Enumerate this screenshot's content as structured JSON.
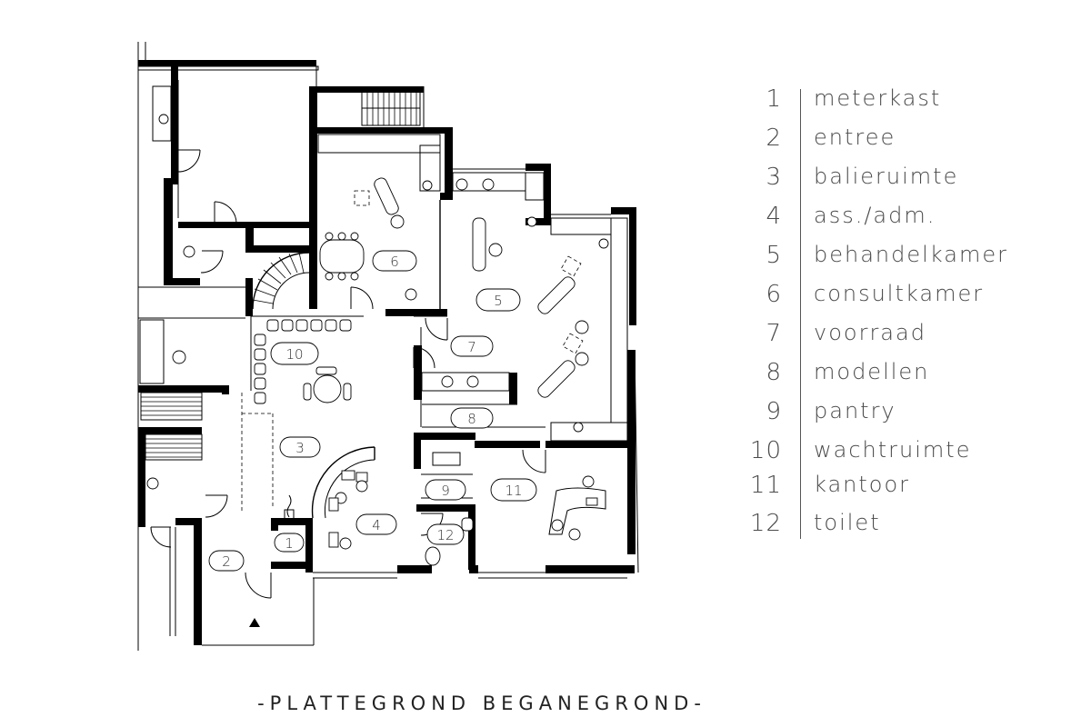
{
  "rooms": [
    {
      "number": "1",
      "label": "meterkast"
    },
    {
      "number": "2",
      "label": "entree"
    },
    {
      "number": "3",
      "label": "balieruimte"
    },
    {
      "number": "4",
      "label": "ass./adm."
    },
    {
      "number": "5",
      "label": "behandelkamer"
    },
    {
      "number": "6",
      "label": "consultkamer"
    },
    {
      "number": "7",
      "label": "voorraad"
    },
    {
      "number": "8",
      "label": "modellen"
    },
    {
      "number": "9",
      "label": "pantry"
    },
    {
      "number": "10",
      "label": "wachtruimte"
    },
    {
      "number": "11",
      "label": "kantoor"
    },
    {
      "number": "12",
      "label": "toilet"
    }
  ],
  "caption": "-PLATTEGROND BEGANEGROND-",
  "colors": {
    "wall": "#000000",
    "text": "#4a4a4a",
    "background": "#ffffff"
  }
}
